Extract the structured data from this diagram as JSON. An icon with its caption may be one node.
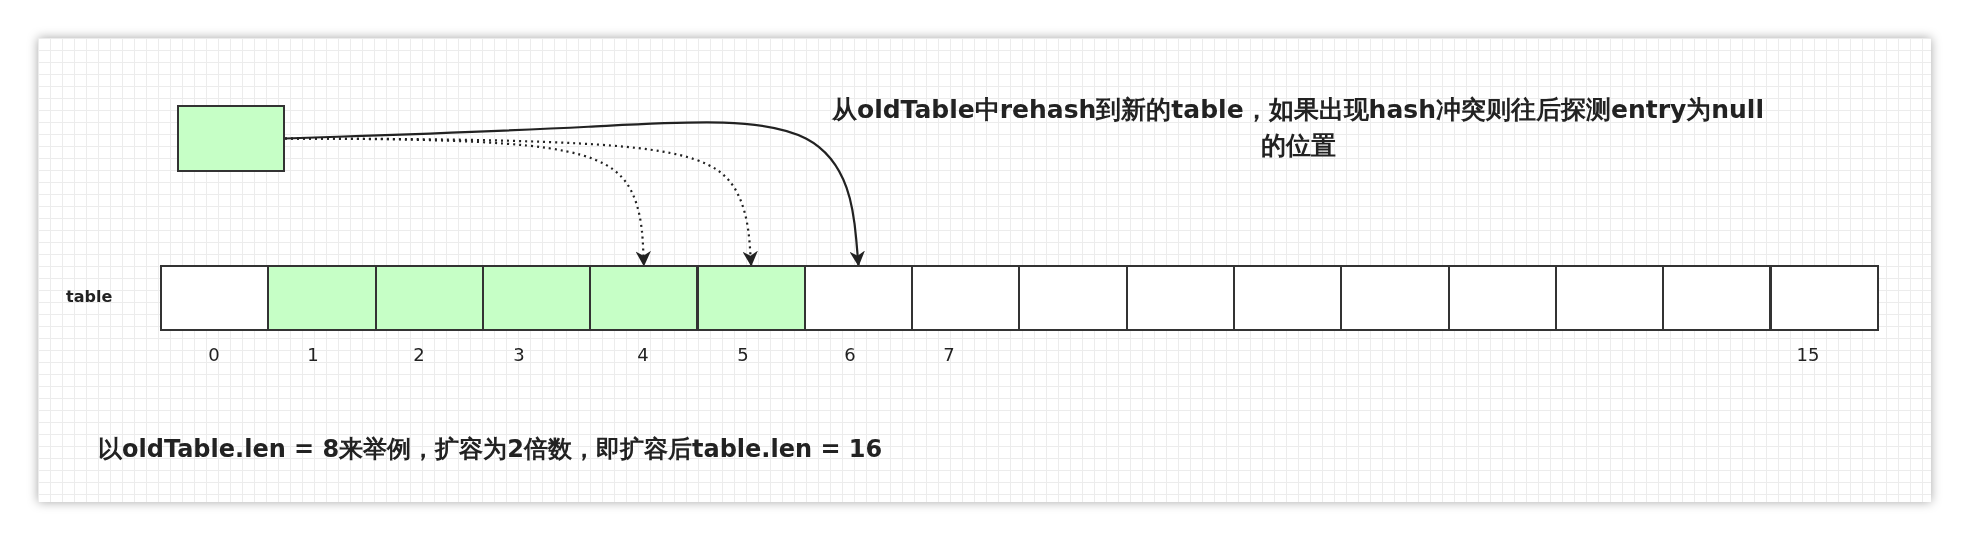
{
  "diagram": {
    "nodes": [
      {
        "text": [],
        "shape": "box"
      },
      {
        "text": [],
        "shape": "box"
      },
      {
        "text": [],
        "shape": "box"
      },
      {
        "text": [],
        "shape": "box"
      },
      {
        "text": [],
        "shape": "box"
      },
      {
        "text": [],
        "shape": "box"
      },
      {
        "text": [],
        "shape": "box"
      },
      {
        "text": [],
        "shape": "box"
      },
      {
        "text": [],
        "shape": "box"
      },
      {
        "text": [],
        "shape": "box"
      },
      {
        "text": [],
        "shape": "box"
      },
      {
        "text": [],
        "shape": "box"
      },
      {
        "text": [],
        "shape": "box"
      },
      {
        "text": [],
        "shape": "box"
      },
      {
        "text": [],
        "shape": "box"
      },
      {
        "text": [],
        "shape": "box"
      },
      {
        "text": [],
        "shape": "box"
      }
    ],
    "edges": [
      {
        "from": 0,
        "to": 5,
        "arrow": "to",
        "style": "dashed"
      },
      {
        "from": 0,
        "to": 6,
        "arrow": "to",
        "style": "dashed"
      },
      {
        "from": 0,
        "to": 7,
        "arrow": "to"
      }
    ],
    "labels": [
      "从oldTable中rehash到新的table，如果出现hash冲突则往后探测entry为null的位置",
      "table",
      "0",
      "1",
      "2",
      "3",
      "4",
      "5",
      "6",
      "7",
      "15",
      "以oldTable.len = 8来举例，扩容为2倍数，即扩容后table.len = 16"
    ]
  }
}
